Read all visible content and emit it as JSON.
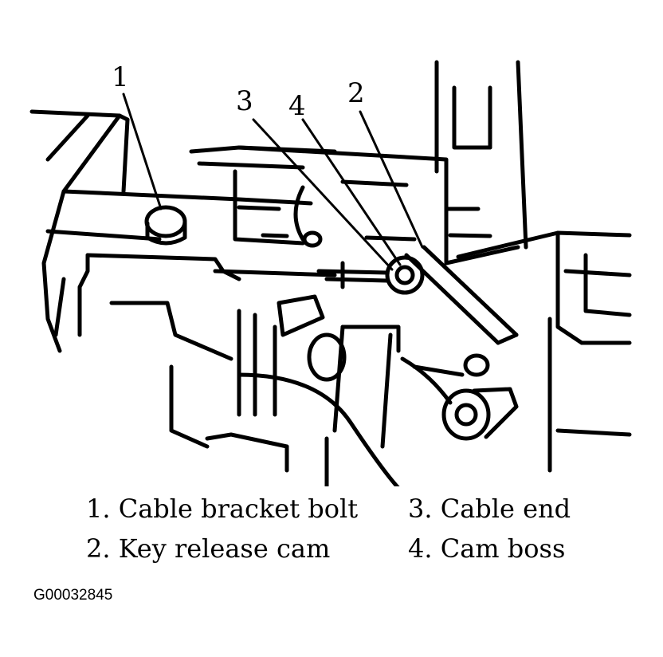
{
  "callouts": [
    "1",
    "2",
    "3",
    "4"
  ],
  "legend": [
    "1. Cable bracket bolt",
    "2. Key release cam",
    "3. Cable end",
    "4. Cam boss"
  ],
  "figure_id": "G00032845",
  "colors": {
    "ink": "#000000",
    "paper": "#ffffff"
  }
}
